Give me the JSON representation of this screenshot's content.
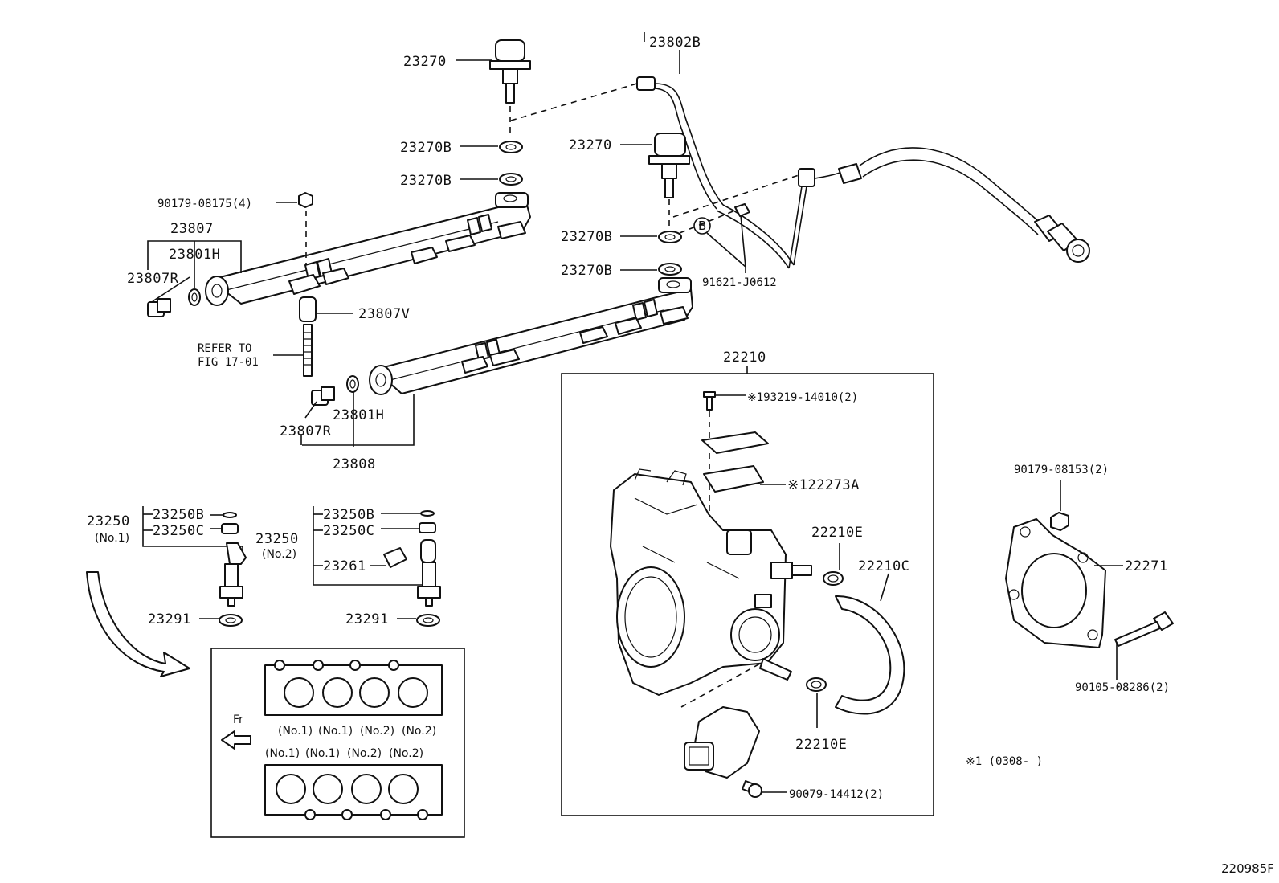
{
  "figure_id": "220985F",
  "labels": {
    "p23270_top": "23270",
    "p23270B_1": "23270B",
    "p23270B_2": "23270B",
    "p90179_08175": "90179-08175(4)",
    "p23807": "23807",
    "p23801H_top": "23801H",
    "p23807R_top": "23807R",
    "p23807V": "23807V",
    "refer_line1": "REFER TO",
    "refer_line2": "FIG 17-01",
    "p23801H_bot": "23801H",
    "p23807R_bot": "23807R",
    "p23808": "23808",
    "p23802B": "23802B",
    "p23270_mid": "23270",
    "p23270B_3": "23270B",
    "p23270B_4": "23270B",
    "circle_b": "B",
    "p91621": "91621-J0612",
    "p22210": "22210",
    "p93219": "※193219-14010(2)",
    "p22273A": "※122273A",
    "p22210E_top": "22210E",
    "p22210C": "22210C",
    "p22210E_bot": "22210E",
    "p90079": "90079-14412(2)",
    "p90179_08153": "90179-08153(2)",
    "p22271": "22271",
    "p90105": "90105-08286(2)",
    "note_code": "※1 (0308-        )",
    "p23250_l": "23250",
    "p23250_l_sub": "(No.1)",
    "p23250B_l": "23250B",
    "p23250C_l": "23250C",
    "p23291_l": "23291",
    "p23250_r": "23250",
    "p23250_r_sub": "(No.2)",
    "p23250B_r": "23250B",
    "p23250C_r": "23250C",
    "p23261": "23261",
    "p23291_r": "23291",
    "fr": "Fr",
    "inset_top_row": [
      "(No.1)",
      "(No.1)",
      "(No.2)",
      "(No.2)"
    ],
    "inset_bot_row": [
      "(No.1)",
      "(No.1)",
      "(No.2)",
      "(No.2)"
    ]
  }
}
